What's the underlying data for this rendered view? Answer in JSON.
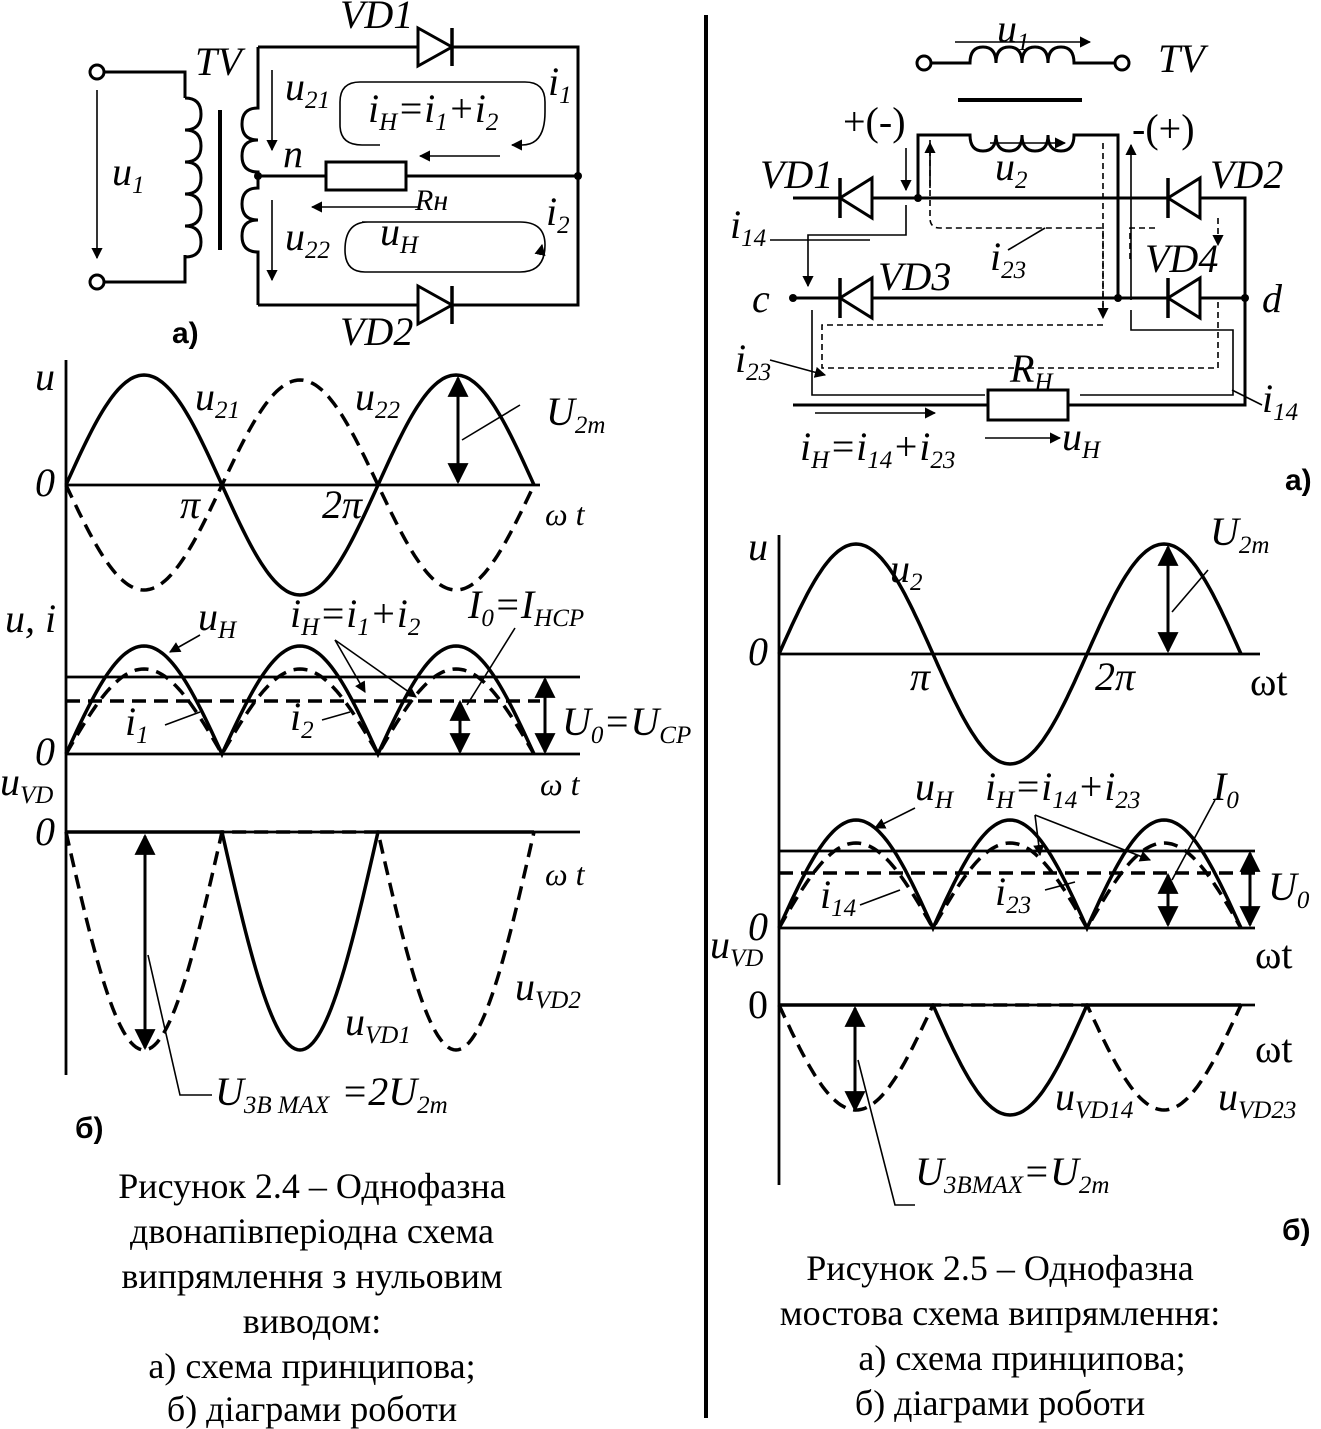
{
  "left": {
    "circuit": {
      "tv": "TV",
      "vd1": "VD1",
      "vd2": "VD2",
      "u1": "u",
      "u1_sub": "1",
      "u21": "u",
      "u21_sub": "21",
      "u22": "u",
      "u22_sub": "22",
      "n": "n",
      "rn": "Rн",
      "i1": "i",
      "i1_sub": "1",
      "i2": "i",
      "i2_sub": "2",
      "uh": "u",
      "uh_sub": "H",
      "ih_eq_a": "i",
      "ih_eq_b": "H",
      "ih_eq_c": "=i",
      "ih_eq_d": "1",
      "ih_eq_e": "+i",
      "ih_eq_f": "2",
      "panel": "a)"
    },
    "graph1": {
      "u": "u",
      "zero": "0",
      "pi": "π",
      "two_pi": "2π",
      "wt": "ω t",
      "u21": "u",
      "u21_sub": "21",
      "u22": "u",
      "u22_sub": "22",
      "u2m": "U",
      "u2m_sub": "2m"
    },
    "graph2": {
      "ui": "u, i",
      "zero": "0",
      "uh": "u",
      "uh_sub": "H",
      "ih_a": "i",
      "ih_b": "H",
      "ih_c": "=i",
      "ih_d": "1",
      "ih_e": "+i",
      "ih_f": "2",
      "i0_a": "I",
      "i0_b": "0",
      "i0_c": "=I",
      "i0_d": "HCP",
      "i1": "i",
      "i1_sub": "1",
      "i2": "i",
      "i2_sub": "2",
      "u0_a": "U",
      "u0_b": "0",
      "u0_c": "=U",
      "u0_d": "CP",
      "wt": "ω t"
    },
    "graph3": {
      "uvd": "u",
      "uvd_sub": "VD",
      "zero": "0",
      "wt": "ω t",
      "uvd1": "u",
      "uvd1_sub": "VD1",
      "uvd2": "u",
      "uvd2_sub": "VD2",
      "umax_a": "U",
      "umax_b": "3B MAX",
      "umax_c": "=2U",
      "umax_d": "2m",
      "panel": "б)"
    },
    "caption": [
      "Рисунок 2.4 – Однофазна",
      "двонапівперіодна схема",
      "випрямлення з нульовим",
      "виводом:",
      "а) схема принципова;",
      "б) діаграми роботи"
    ]
  },
  "right": {
    "circuit": {
      "u1": "u",
      "u1_sub": "1",
      "tv": "TV",
      "plus": "+(-)",
      "minus": "-(+)",
      "u2": "u",
      "u2_sub": "2",
      "vd1": "VD1",
      "vd2": "VD2",
      "vd3": "VD3",
      "vd4": "VD4",
      "i14": "i",
      "i14_sub": "14",
      "i23": "i",
      "i23_sub": "23",
      "c": "c",
      "d": "d",
      "rh": "R",
      "rh_sub": "H",
      "uh": "u",
      "uh_sub": "H",
      "ih_a": "i",
      "ih_b": "H",
      "ih_c": "=i",
      "ih_d": "14",
      "ih_e": "+i",
      "ih_f": "23",
      "panel": "a)"
    },
    "graph1": {
      "u": "u",
      "zero": "0",
      "pi": "π",
      "two_pi": "2π",
      "wt": "ωt",
      "u2": "u",
      "u2_sub": "2",
      "u2m": "U",
      "u2m_sub": "2m"
    },
    "graph2": {
      "zero": "0",
      "uh": "u",
      "uh_sub": "H",
      "ih_a": "i",
      "ih_b": "H",
      "ih_c": "=i",
      "ih_d": "14",
      "ih_e": "+i",
      "ih_f": "23",
      "i0": "I",
      "i0_sub": "0",
      "i14": "i",
      "i14_sub": "14",
      "i23": "i",
      "i23_sub": "23",
      "u0": "U",
      "u0_sub": "0",
      "wt": "ωt"
    },
    "graph3": {
      "uvd": "u",
      "uvd_sub": "VD",
      "zero": "0",
      "wt": "ωt",
      "uvd14": "u",
      "uvd14_sub": "VD14",
      "uvd23": "u",
      "uvd23_sub": "VD23",
      "umax_a": "U",
      "umax_b": "3BMAX",
      "umax_c": "=U",
      "umax_d": "2m",
      "panel": "б)"
    },
    "caption": [
      "Рисунок 2.5 – Однофазна",
      "мостова  схема випрямлення:",
      "а) схема принципова;",
      "б) діаграми роботи"
    ]
  }
}
